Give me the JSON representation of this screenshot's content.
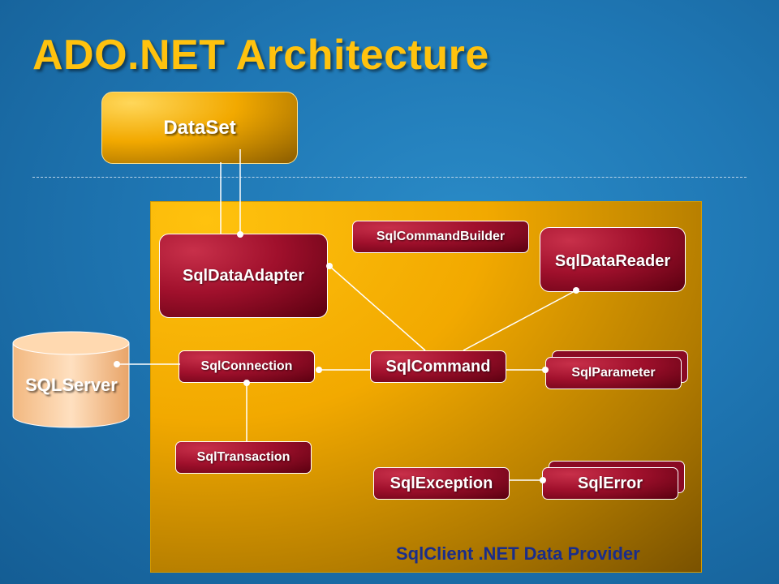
{
  "title": "ADO.NET Architecture",
  "provider_label": "SqlClient .NET Data Provider",
  "nodes": {
    "dataset": "DataSet",
    "sqlserver": "SQLServer",
    "data_adapter": "SqlDataAdapter",
    "command_builder": "SqlCommandBuilder",
    "data_reader": "SqlDataReader",
    "connection": "SqlConnection",
    "command": "SqlCommand",
    "parameter": "SqlParameter",
    "transaction": "SqlTransaction",
    "exception": "SqlException",
    "error": "SqlError"
  },
  "colors": {
    "background": "#1f77b4",
    "title": "#ffc20e",
    "provider_panel": "#f2a900",
    "component": "#a0102c",
    "provider_label": "#1a2d8a",
    "connector": "#ffffff"
  }
}
